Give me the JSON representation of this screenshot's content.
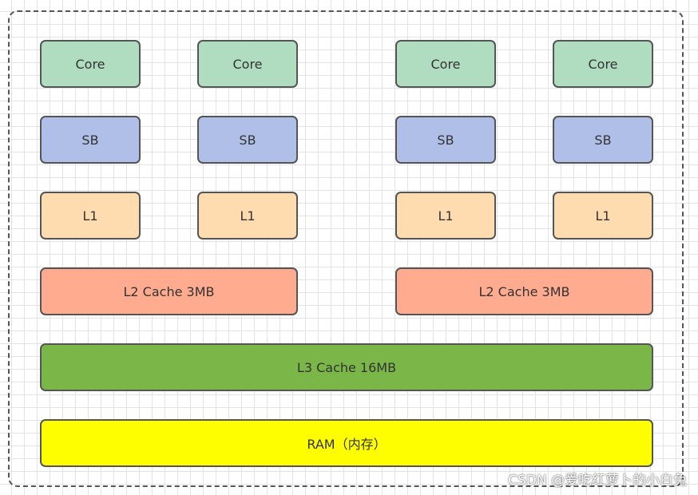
{
  "diagram": {
    "cpus": [
      {
        "cores": [
          {
            "core": "Core",
            "sb": "SB",
            "l1": "L1"
          },
          {
            "core": "Core",
            "sb": "SB",
            "l1": "L1"
          }
        ],
        "l2": "L2 Cache 3MB"
      },
      {
        "cores": [
          {
            "core": "Core",
            "sb": "SB",
            "l1": "L1"
          },
          {
            "core": "Core",
            "sb": "SB",
            "l1": "L1"
          }
        ],
        "l2": "L2 Cache 3MB"
      }
    ],
    "l3": "L3 Cache 16MB",
    "ram": "RAM（内存）"
  },
  "colors": {
    "core": "#b0dcc0",
    "sb": "#afbfe8",
    "l1": "#fedcaf",
    "l2": "#feab8f",
    "l3": "#7ab648",
    "ram": "#fefe00",
    "border": "#555555"
  },
  "watermark": "CSDN @爱吃红萝卜的小白兔"
}
